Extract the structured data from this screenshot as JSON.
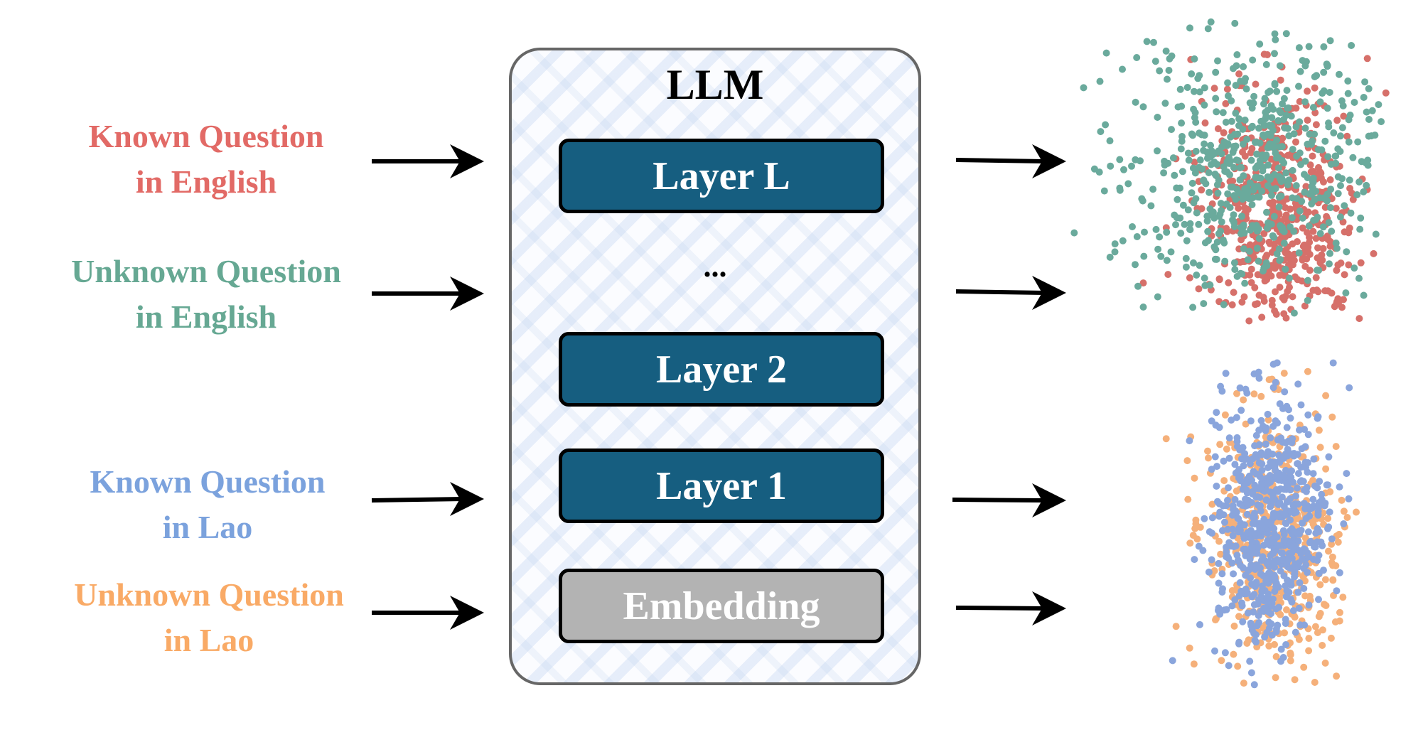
{
  "inputs": [
    {
      "line1": "Known Question",
      "line2": "in English",
      "color": "#e26a66"
    },
    {
      "line1": "Unknown Question",
      "line2": "in English",
      "color": "#66a893"
    },
    {
      "line1": "Known Question",
      "line2": "in Lao",
      "color": "#7ba2dd"
    },
    {
      "line1": "Unknown Question",
      "line2": "in Lao",
      "color": "#f9aa66"
    }
  ],
  "llm": {
    "title": "LLM",
    "layers": [
      "Layer L",
      "Layer 2",
      "Layer 1"
    ],
    "ellipsis": "...",
    "embedding": "Embedding"
  },
  "scatter_colors": {
    "known_english": "#d6706a",
    "unknown_english": "#6aaa9c",
    "known_lao": "#8aa5dc",
    "unknown_lao": "#f5b07a"
  }
}
